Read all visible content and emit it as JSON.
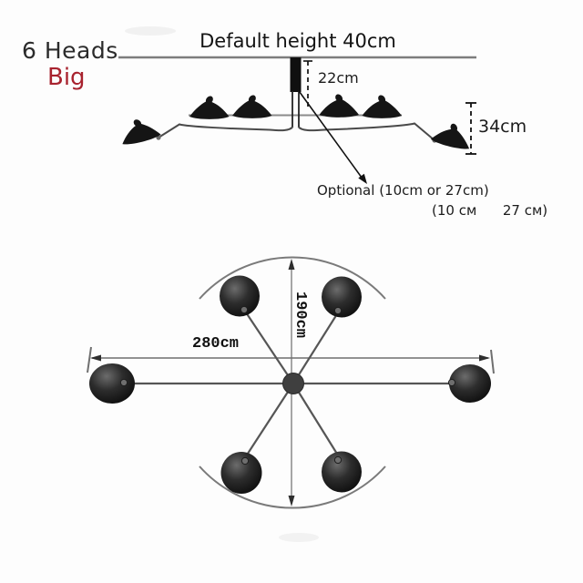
{
  "header": {
    "title": "6 Heads",
    "variant": "Big"
  },
  "colors": {
    "accent_red": "#a8222e",
    "lamp_black": "#181818",
    "line_gray": "#787878"
  },
  "top_view": {
    "default_height": "Default height 40cm",
    "stem_length": "22cm",
    "shade_drop": "34cm",
    "optional_note": "Optional (10cm or 27cm)",
    "optional_note_ru": "(10 см      27 см)"
  },
  "bottom_view": {
    "span_width": "280cm",
    "span_depth": "190cm"
  }
}
